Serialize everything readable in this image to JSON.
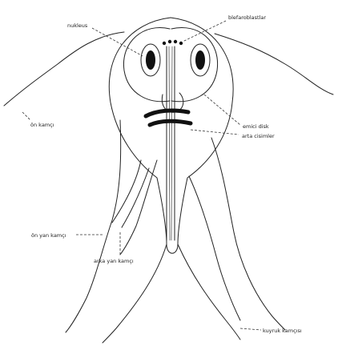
{
  "labels": {
    "nukleus": "nukleus",
    "blefaroblastlar": "blefaroblastlar",
    "emici_disk": "emici disk",
    "on_kamci": "ön kamçı",
    "arta_cisimler": "arta cisimler",
    "on_yan_kamci": "ön yan kamçı",
    "arka_yan_kamci": "arka yan kamçı",
    "kuyruk_kamcisi": "kuyruk kamçısı"
  },
  "colors": {
    "ink": "#222222",
    "background": "#ffffff"
  }
}
